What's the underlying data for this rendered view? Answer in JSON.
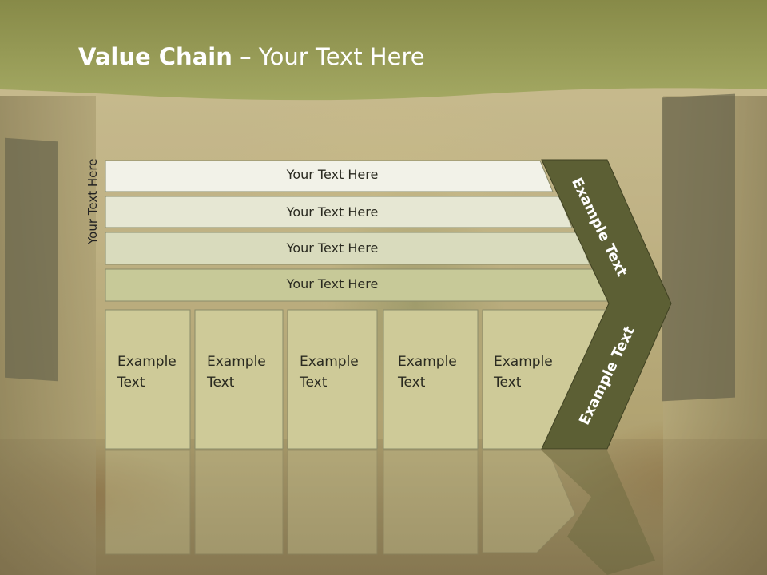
{
  "slide": {
    "title_bold": "Value Chain",
    "title_rest": " – Your Text Here",
    "side_label": "Your Text Here"
  },
  "rows": [
    {
      "label": "Your Text Here"
    },
    {
      "label": "Your Text Here"
    },
    {
      "label": "Your Text Here"
    },
    {
      "label": "Your Text Here"
    }
  ],
  "columns": [
    {
      "line1": "Example",
      "line2": "Text"
    },
    {
      "line1": "Example",
      "line2": "Text"
    },
    {
      "line1": "Example",
      "line2": "Text"
    },
    {
      "line1": "Example",
      "line2": "Text"
    },
    {
      "line1": "Example",
      "line2": "Text"
    }
  ],
  "arrow": {
    "upper": "Example Text",
    "lower": "Example Text"
  },
  "colors": {
    "header": "#a0a45e",
    "arrow": "#5c5f34",
    "row1": "#f2f2e8",
    "row2": "#e6e7d3",
    "row3": "#d9dbbd",
    "row4": "#c7c998",
    "column": "#ceca98"
  }
}
